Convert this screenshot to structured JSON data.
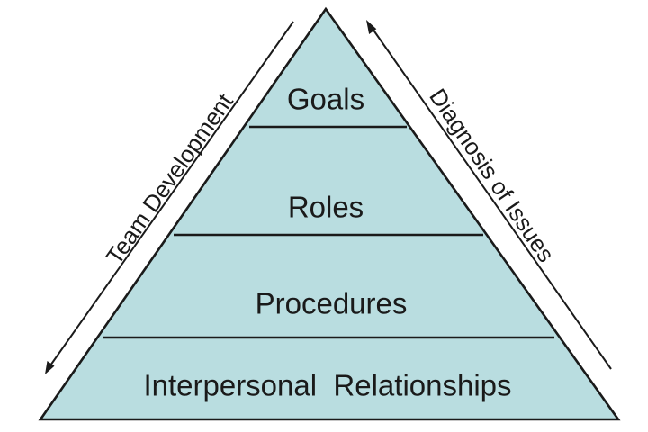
{
  "pyramid": {
    "fill_color": "#b9dde0",
    "line_color": "#1a1a1a",
    "levels": [
      {
        "label": "Goals"
      },
      {
        "label": "Roles"
      },
      {
        "label": "Procedures"
      },
      {
        "label": "Interpersonal  Relationships"
      }
    ]
  },
  "left_arrow": {
    "label": "Team Development",
    "direction": "down-left"
  },
  "right_arrow": {
    "label": "Diagnosis of Issues",
    "direction": "up-left"
  }
}
